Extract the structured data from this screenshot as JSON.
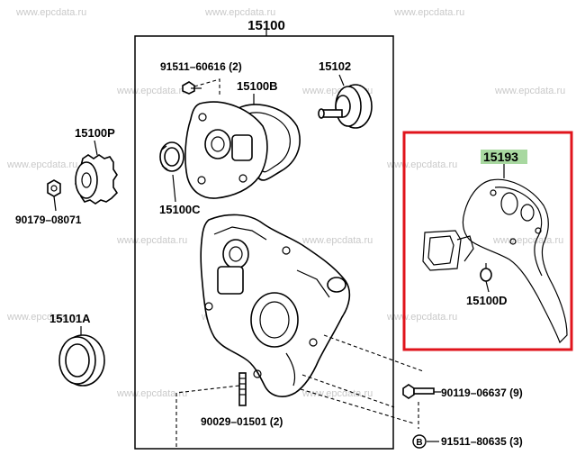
{
  "watermark": "www.epcdata.ru",
  "labels": {
    "assy": "15100",
    "bolt_top": "91511–60616 (2)",
    "pump_rotor": "15102",
    "gasket": "15100B",
    "gear": "15100P",
    "seal": "15100C",
    "nut": "90179–08071",
    "cover_gasket": "15193",
    "plug": "15100D",
    "oil_seal": "15101A",
    "stud": "90029–01501 (2)",
    "bolt_right": "90119–06637 (9)",
    "bolt_bottom": "91511–80635 (3)",
    "b_marker": "B"
  },
  "colors": {
    "highlight_box": "#e0141c",
    "highlight_label_bg": "#a8d8a0",
    "watermark": "#c9c9c9"
  }
}
